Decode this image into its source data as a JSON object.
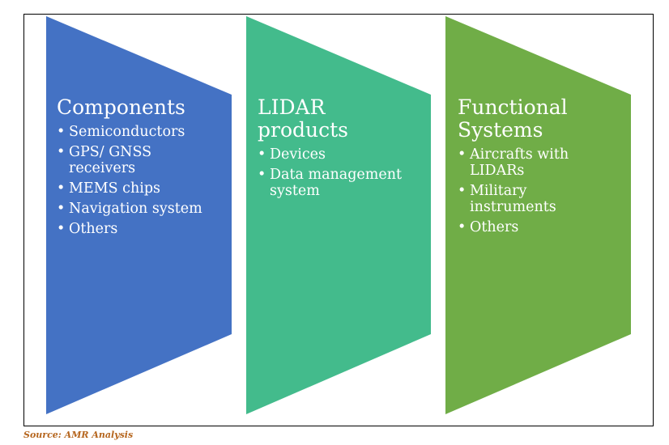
{
  "panels": [
    {
      "title_lines": [
        "Components"
      ],
      "items": [
        "Semiconductors",
        "GPS/ GNSS receivers",
        "MEMS chips",
        "Navigation system",
        "Others"
      ],
      "color": "#4472C4"
    },
    {
      "title_lines": [
        "LIDAR",
        "products"
      ],
      "items": [
        "Devices",
        "Data management system"
      ],
      "color": "#43BB8C"
    },
    {
      "title_lines": [
        "Functional",
        "Systems"
      ],
      "items": [
        "Aircrafts with LIDARs",
        "Military instruments",
        "Others"
      ],
      "color": "#70AD47"
    }
  ],
  "source": "Source: AMR Analysis"
}
